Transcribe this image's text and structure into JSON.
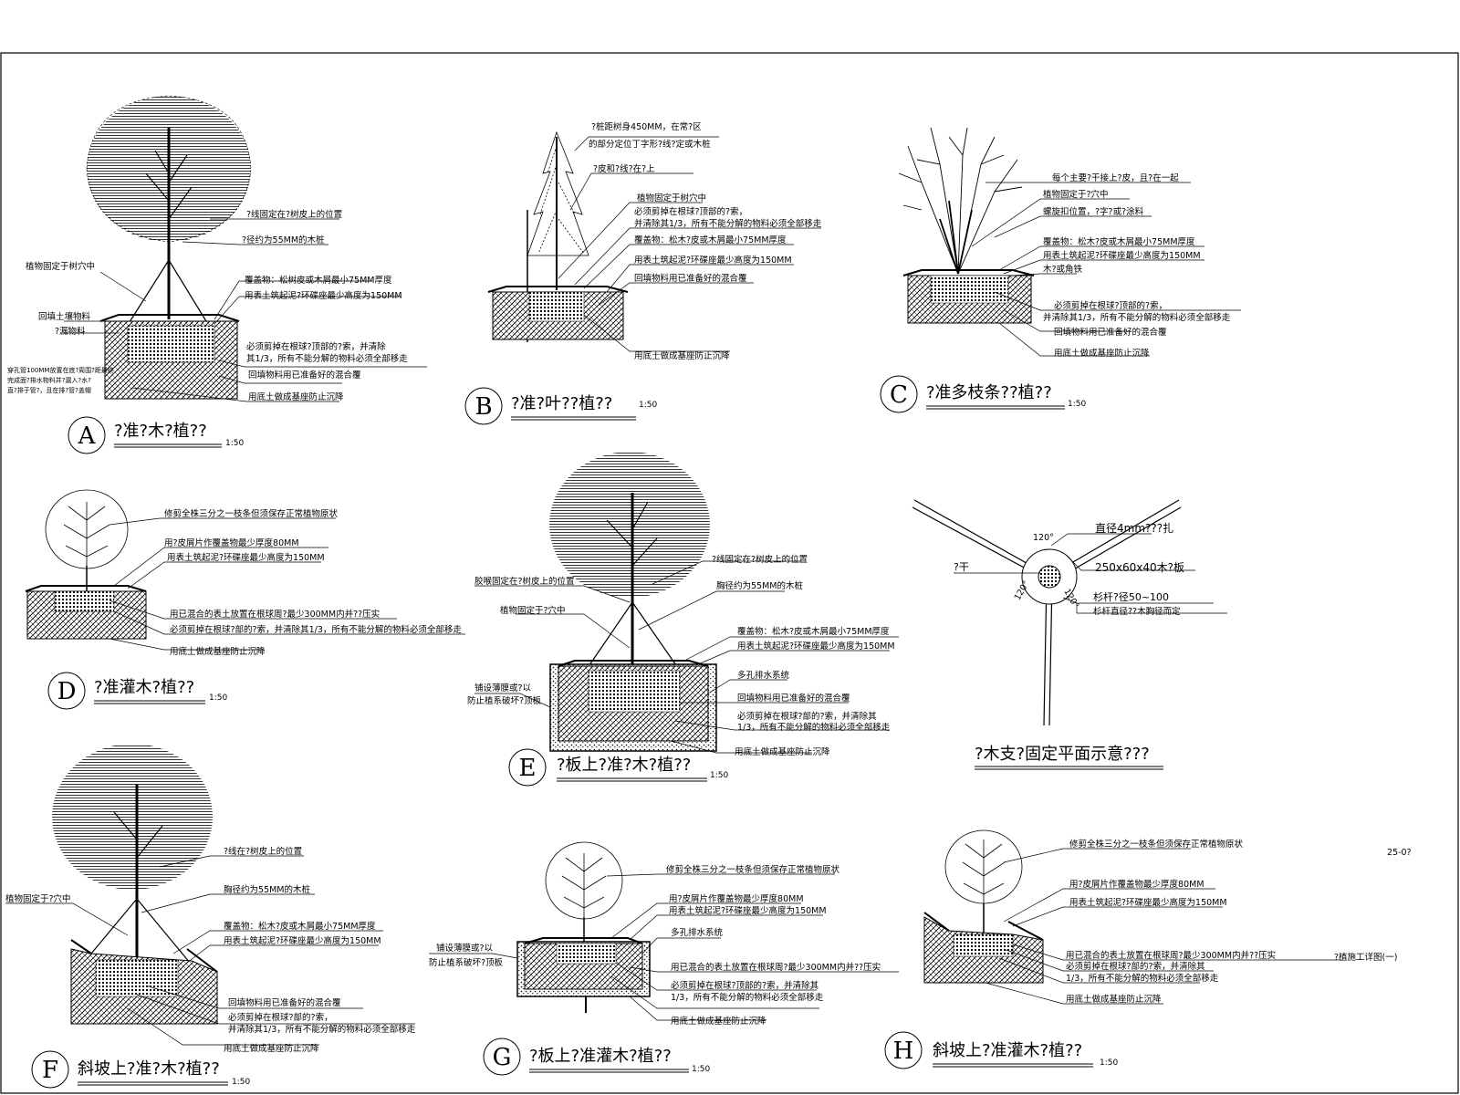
{
  "panels": {
    "A": {
      "letter": "A",
      "title": "?准?木?植??",
      "scale": "1:50",
      "notes": [
        "?线固定在?树皮上的位置",
        "?径约为55MM的木桩",
        "植物固定于树穴中",
        "覆盖物：松树皮或木屑最小75MM厚度",
        "用表土筑起泥?环碟座最少高度为150MM",
        "回填土壤物料",
        "?漏物料",
        "必须剪掉在根球?顶部的?索，并清除",
        "其1/3，所有不能分解的物料必须全部移走",
        "回填物料用已准备好的混合覆",
        "用底土做成基座防止沉降",
        "穿孔管100MM放置在底?周围?距最终",
        "完成面?排水物料并?漏入?水?",
        "直?排于管?，且在排?管?盖帽"
      ]
    },
    "B": {
      "letter": "B",
      "title": "?准?叶??植??",
      "scale": "1:50",
      "notes": [
        "?桩距树身450MM，在常?区",
        "的部分定位丁字形?线?定或木桩",
        "?皮和?线?在?上",
        "植物固定于树穴中",
        "必须剪掉在根球?顶部的?索，",
        "并清除其1/3，所有不能分解的物料必须全部移走",
        "覆盖物：松木?皮或木屑最小75MM厚度",
        "用表土筑起泥?环碟座最少高度为150MM",
        "回填物料用已准备好的混合覆",
        "用底土做成基座防止沉降"
      ]
    },
    "C": {
      "letter": "C",
      "title": "?准多枝条??植??",
      "scale": "1:50",
      "notes": [
        "每个主要?干接上?皮，且?在一起",
        "植物固定于?穴中",
        "螺旋扣位置，?字?或?涂料",
        "覆盖物：松木?皮或木屑最小75MM厚度",
        "用表土筑起泥?环碟座最少高度为150MM",
        "木?或角铁",
        "必须剪掉在根球?顶部的?索，",
        "并清除其1/3，所有不能分解的物料必须全部移走",
        "回填物料用已准备好的混合覆",
        "用底土做成基座防止沉降"
      ]
    },
    "D": {
      "letter": "D",
      "title": "?准灌木?植??",
      "scale": "1:50",
      "notes": [
        "修剪全株三分之一枝条但须保存正常植物原状",
        "用?皮屑片作覆盖物最少厚度80MM",
        "用表土筑起泥?环碟座最少高度为150MM",
        "用已混合的表土放置在根球周?最少300MM内并??压实",
        "必须剪掉在根球?部的?索，并清除其1/3，所有不能分解的物料必须全部移走",
        "用底土做成基座防止沉降"
      ]
    },
    "E": {
      "letter": "E",
      "title": "?板上?准?木?植??",
      "scale": "1:50",
      "notes": [
        "?线固定在?树皮上的位置",
        "胶喉固定在?树皮上的位置",
        "胸径约为55MM的木桩",
        "植物固定于?穴中",
        "覆盖物：松木?皮或木屑最小75MM厚度",
        "用表土筑起泥?环碟座最少高度为150MM",
        "多孔排水系统",
        "铺设薄膜或?以",
        "防止植系破坏?顶板",
        "回填物料用已准备好的混合覆",
        "必须剪掉在根球?部的?索，并清除其",
        "1/3，所有不能分解的物料必须全部移走",
        "用底土做成基座防止沉降"
      ]
    },
    "P": {
      "title": "?木支?固定平面示意???",
      "notes": [
        "120°",
        "120°",
        "120°",
        "直径4mm???扎",
        "250x60x40木?板",
        "?干",
        "杉杆?径50~100",
        "杉杆直径??木胸径而定"
      ]
    },
    "F": {
      "letter": "F",
      "title": "斜坡上?准?木?植??",
      "scale": "1:50",
      "notes": [
        "?线在?树皮上的位置",
        "胸径约为55MM的木桩",
        "植物固定于?穴中",
        "覆盖物：松木?皮或木屑最小75MM厚度",
        "用表土筑起泥?环碟座最少高度为150MM",
        "回填物料用已准备好的混合覆",
        "必须剪掉在根球?部的?索，",
        "并清除其1/3，所有不能分解的物料必须全部移走",
        "用底土做成基座防止沉降"
      ]
    },
    "G": {
      "letter": "G",
      "title": "?板上?准灌木?植??",
      "scale": "1:50",
      "notes": [
        "修剪全株三分之一枝条但须保存正常植物原状",
        "用?皮屑片作覆盖物最少厚度80MM",
        "用表土筑起泥?环碟座最少高度为150MM",
        "多孔排水系统",
        "铺设薄膜或?以",
        "防止植系破坏?顶板",
        "用已混合的表土放置在根球周?最少300MM内并??压实",
        "必须剪掉在根球?顶部的?索，并清除其",
        "1/3，所有不能分解的物料必须全部移走",
        "用底土做成基座防止沉降"
      ]
    },
    "H": {
      "letter": "H",
      "title": "斜坡上?准灌木?植??",
      "scale": "1:50",
      "notes": [
        "修剪全株三分之一枝条但须保存正常植物原状",
        "用?皮屑片作覆盖物最少厚度80MM",
        "用表土筑起泥?环碟座最少高度为150MM",
        "用已混合的表土放置在根球周?最少300MM内并??压实",
        "必须剪掉在根球?部的?索，并清除其",
        "1/3，所有不能分解的物料必须全部移走",
        "用底土做成基座防止沉降"
      ]
    }
  },
  "sheet": {
    "code": "25-0?",
    "caption": "?植施工详图(一)"
  }
}
